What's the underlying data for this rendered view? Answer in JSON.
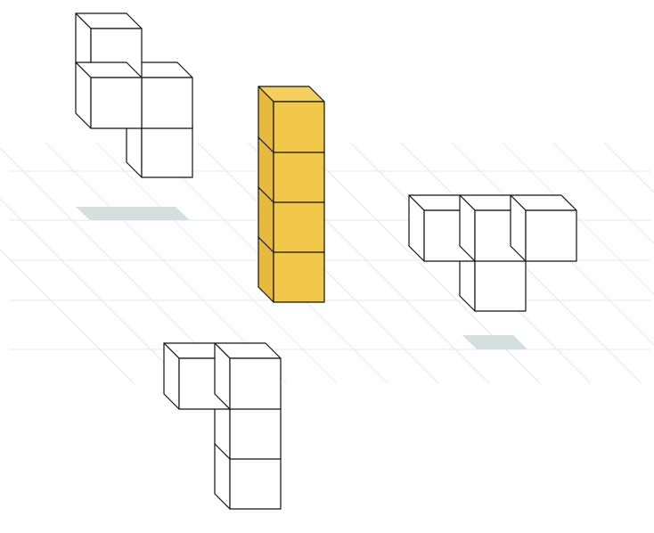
{
  "colors": {
    "background": "#ffffff",
    "grid_line": "#e6e8e8",
    "highlight_tile": "#d4e0e0",
    "cube_white_front": "#ffffff",
    "cube_white_side": "#ffffff",
    "cube_white_top": "#ffffff",
    "cube_yellow_front": "#f2c84b",
    "cube_yellow_side": "#e7b93c",
    "cube_yellow_top": "#f4cf5e",
    "edge": "#111111"
  },
  "pieces": [
    {
      "name": "piece-zigzag",
      "color": "white",
      "cubes": 4
    },
    {
      "name": "piece-i-column",
      "color": "yellow",
      "cubes": 4
    },
    {
      "name": "piece-t-shape",
      "color": "white",
      "cubes": 4
    },
    {
      "name": "piece-l-shape",
      "color": "white",
      "cubes": 4
    }
  ],
  "highlight_tiles": [
    {
      "name": "highlight-tile-left"
    },
    {
      "name": "highlight-tile-right"
    }
  ]
}
